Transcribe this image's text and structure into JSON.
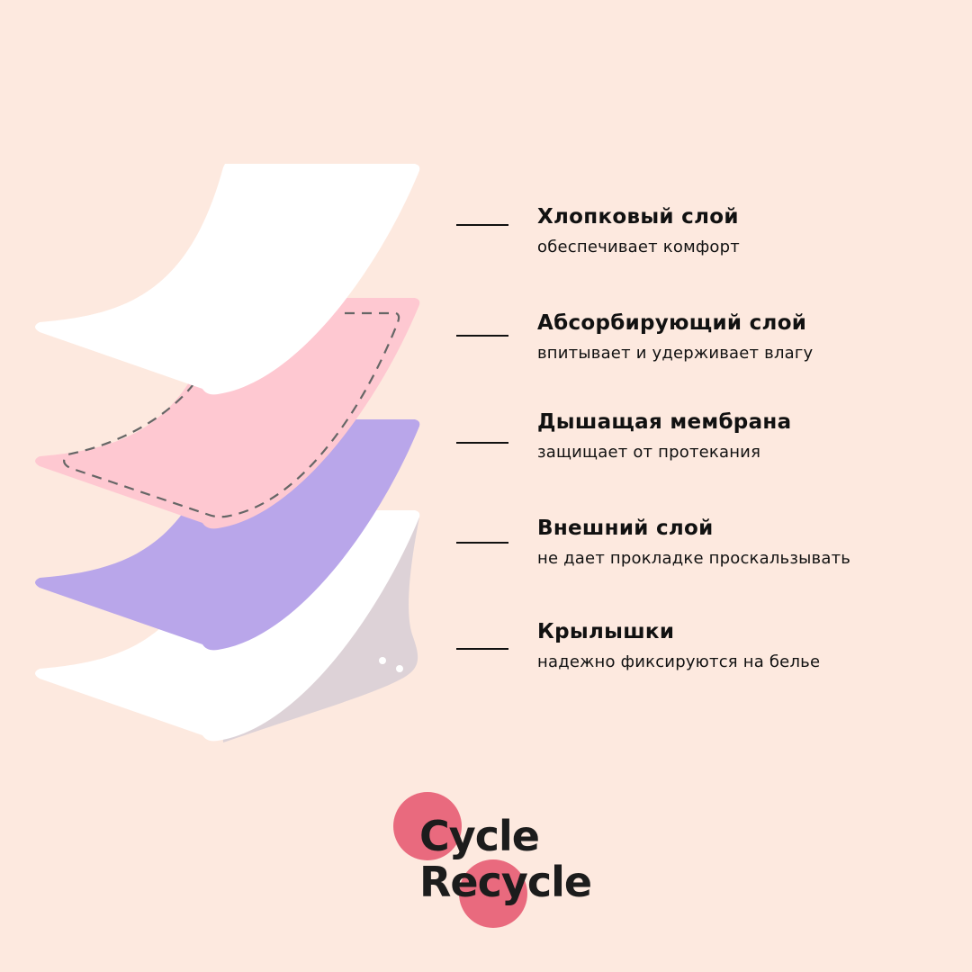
{
  "layers": [
    {
      "title": "Хлопковый слой",
      "description": "обеспечивает комфорт",
      "color": "#ffffff"
    },
    {
      "title": "Абсорбирующий слой",
      "description": "впитывает и удерживает влагу",
      "color": "#fec8d1"
    },
    {
      "title": "Дышащая мембрана",
      "description": "защищает от протекания",
      "color": "#b9a6ea"
    },
    {
      "title": "Внешний слой",
      "description": "не дает прокладке проскальзывать",
      "color": "#ffffff"
    },
    {
      "title": "Крылышки",
      "description": "надежно фиксируются на белье",
      "color": "#ddd2d7"
    }
  ],
  "logo": {
    "line1": "Cycle",
    "line2": "Recycle",
    "color": "#e96a7e"
  },
  "background": "#fde9df"
}
